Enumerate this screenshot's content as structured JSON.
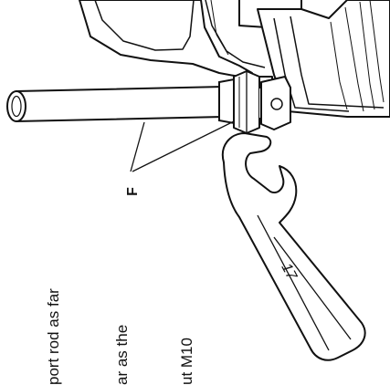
{
  "figure": {
    "callout_label": "F",
    "wrench_marking": "17"
  },
  "instructions": {
    "line1": "port rod as far",
    "line2": "ar as the",
    "line3": "ut M10"
  }
}
